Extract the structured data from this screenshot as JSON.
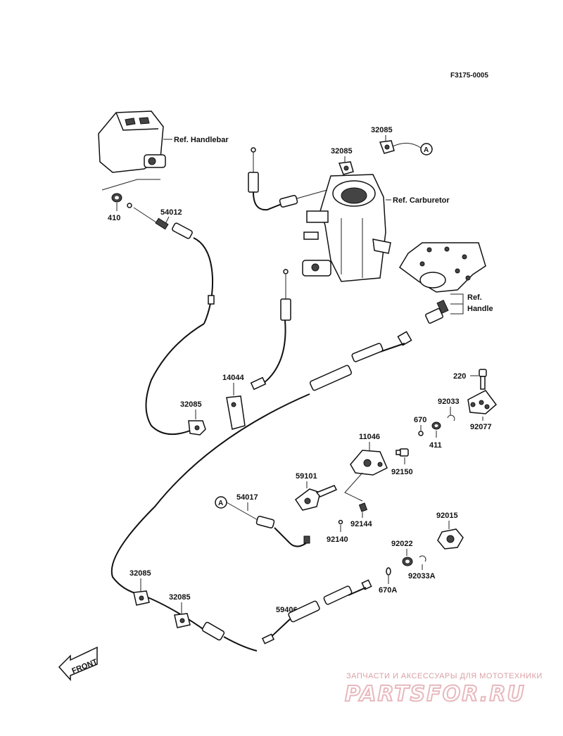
{
  "figure_code": "F3175-0005",
  "refs": {
    "handlebar": "Ref. Handlebar",
    "carburetor": "Ref. Carburetor",
    "handle_line1": "Ref.",
    "handle_line2": "Handle"
  },
  "parts": {
    "p32085_a": "32085",
    "p32085_b": "32085",
    "p410": "410",
    "p54012": "54012",
    "p14044": "14044",
    "p32085_c": "32085",
    "p220": "220",
    "p92033": "92033",
    "p92077": "92077",
    "p670": "670",
    "p411": "411",
    "p11046": "11046",
    "p92150": "92150",
    "p59101": "59101",
    "p54017": "54017",
    "p92144": "92144",
    "p92140": "92140",
    "p92015": "92015",
    "p92022": "92022",
    "p92033A": "92033A",
    "p670A": "670A",
    "p32085_d": "32085",
    "p32085_e": "32085",
    "p59406": "59406"
  },
  "markers": {
    "connector_a1": "A",
    "connector_a2": "A"
  },
  "front_arrow": "FRONT",
  "watermark": {
    "line1": "ЗАПЧАСТИ И АКСЕССУАРЫ ДЛЯ МОТОТЕХНИКИ",
    "line2": "PARTSFOR.RU"
  }
}
